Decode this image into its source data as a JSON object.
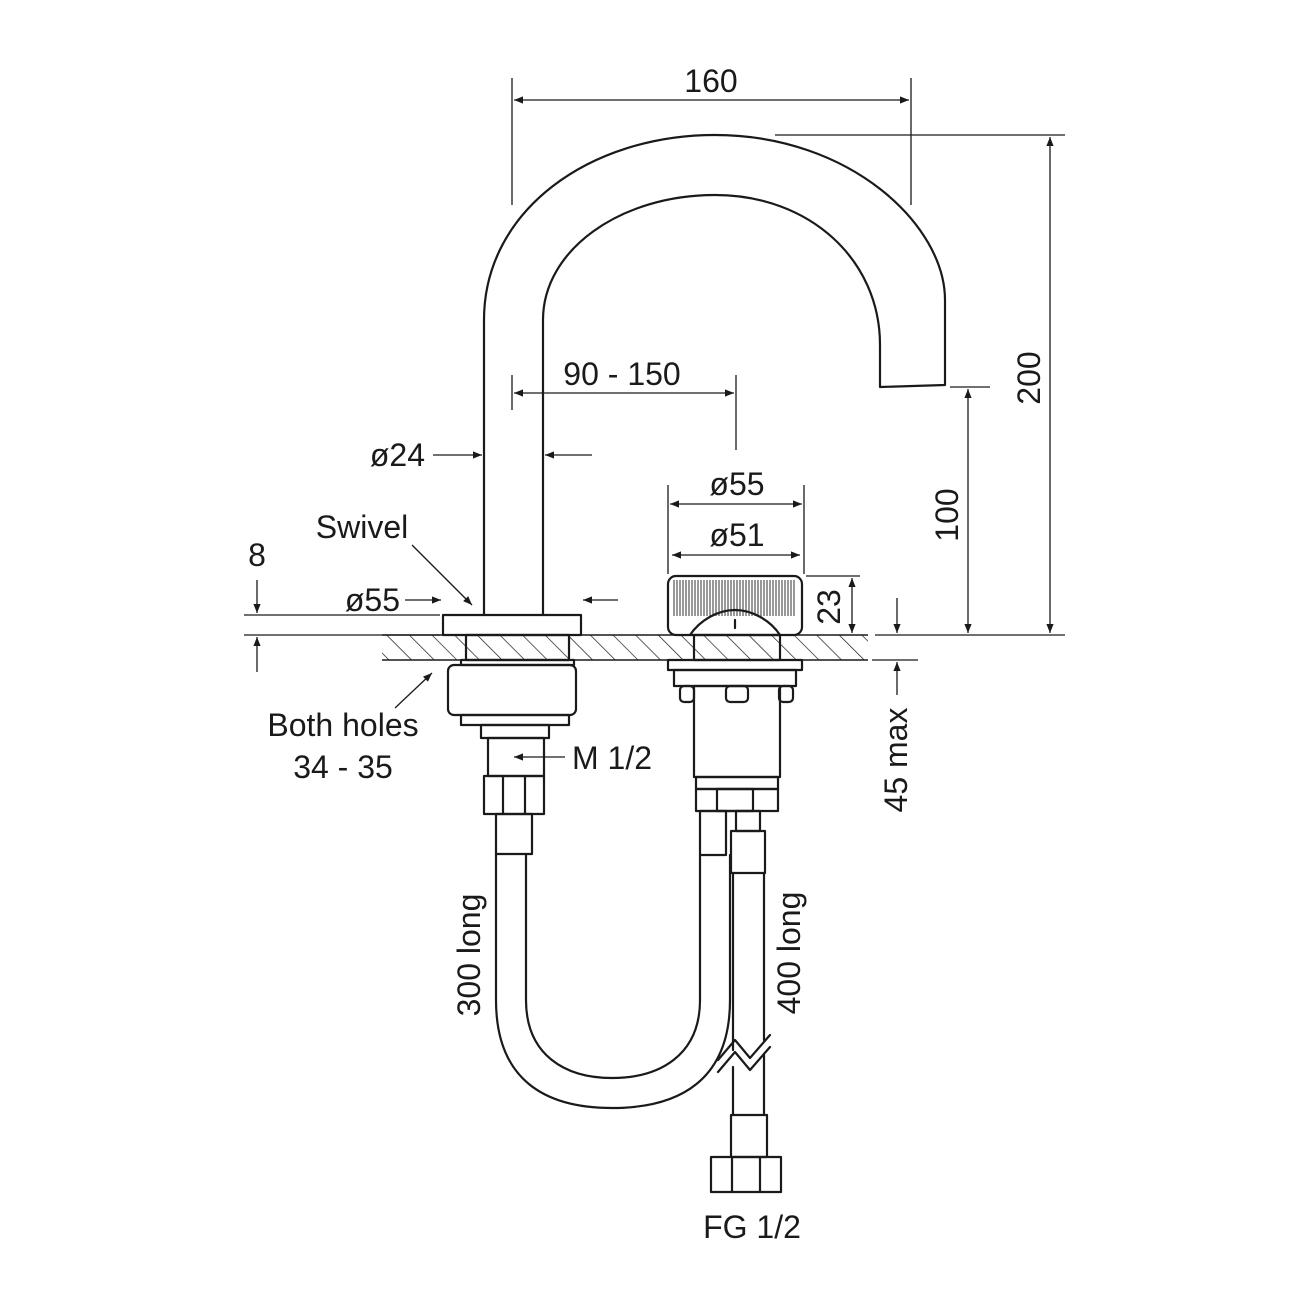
{
  "dimensions": {
    "spout_reach": "160",
    "total_height": "200",
    "spout_outlet_height": "100",
    "spacing": "90 - 150",
    "spout_diameter": "ø24",
    "handle_outer_diameter": "ø55",
    "handle_inner_diameter": "ø51",
    "handle_height": "23",
    "base_diameter": "ø55",
    "base_thickness": "8",
    "deck_thickness": "45 max"
  },
  "labels": {
    "swivel": "Swivel",
    "holes_line1": "Both holes",
    "holes_line2": "34 - 35",
    "spout_thread": "M 1/2",
    "hose_short": "300 long",
    "hose_long": "400 long",
    "hose_connector": "FG 1/2"
  }
}
